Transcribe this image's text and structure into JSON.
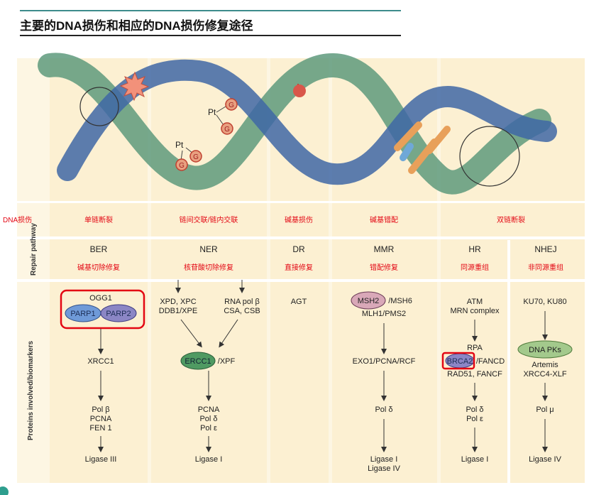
{
  "title": "主要的DNA损伤和相应的DNA损伤修复途径",
  "row_labels": {
    "damage": "DNA损伤",
    "repair_pathway": "Repair pathway",
    "proteins": "Proteins involved/biomarkers"
  },
  "diagram_labels": {
    "pt": "Pt",
    "g": "G"
  },
  "columns": [
    {
      "id": "ber",
      "damage": "单链断裂",
      "pathway": "BER",
      "pathway_cn": "碱基切除修复",
      "proteins": {
        "ogg1": "OGG1",
        "parp1": "PARP1",
        "parp2": "PARP2",
        "xrcc1": "XRCC1",
        "polb": "Pol β",
        "pcna": "PCNA",
        "fen1": "FEN 1",
        "ligase": "Ligase III"
      }
    },
    {
      "id": "ner",
      "damage": "链间交联/链内交联",
      "pathway": "NER",
      "pathway_cn": "核苷酸切除修复",
      "proteins": {
        "xpd": "XPD, XPC",
        "ddb1": "DDB1/XPE",
        "rnapol": "RNA pol β",
        "csa": "CSA, CSB",
        "ercc1": "ERCC1",
        "xpf": "/XPF",
        "pcna": "PCNA",
        "pold": "Pol δ",
        "pole": "Pol ε",
        "ligase": "Ligase I"
      }
    },
    {
      "id": "dr",
      "damage": "碱基损伤",
      "pathway": "DR",
      "pathway_cn": "直接修复",
      "proteins": {
        "agt": "AGT"
      }
    },
    {
      "id": "mmr",
      "damage": "碱基错配",
      "pathway": "MMR",
      "pathway_cn": "错配修复",
      "proteins": {
        "msh2": "MSH2",
        "msh6": "/MSH6",
        "mlh1": "MLH1/PMS2",
        "exo1": "EXO1/PCNA/RCF",
        "pold": "Pol δ",
        "ligase1": "Ligase I",
        "ligase4": "Ligase IV"
      }
    },
    {
      "id": "hr",
      "damage": "双链断裂",
      "pathway": "HR",
      "pathway_cn": "同源重组",
      "proteins": {
        "atm": "ATM",
        "mrn": "MRN complex",
        "rpa": "RPA",
        "brca2": "BRCA2",
        "fancd": "/FANCD",
        "rad51": "RAD51, FANCF",
        "pold": "Pol δ",
        "pole": "Pol ε",
        "ligase": "Ligase I"
      }
    },
    {
      "id": "nhej",
      "damage": "",
      "pathway": "NHEJ",
      "pathway_cn": "非同源重组",
      "proteins": {
        "ku": "KU70, KU80",
        "dnapk": "DNA PKs",
        "artemis": "Artemis",
        "xrcc4": "XRCC4-XLF",
        "polmu": "Pol μ",
        "ligase": "Ligase IV"
      }
    }
  ],
  "colors": {
    "panel": "#fcf0d2",
    "panel_light": "#fdf6e3",
    "red_text": "#e30613",
    "highlight_box": "#e30613",
    "strand_green": "#5e9a7c",
    "strand_blue": "#3f67a6",
    "ellipse_blue": "#7d9fd3",
    "ellipse_purple": "#8b86c5",
    "ellipse_green": "#4f9a62",
    "ellipse_pink": "#d9a8b8",
    "lesion_red": "#d9574a",
    "base_orange": "#e8a05a",
    "rule_top": "#3d8c8c"
  }
}
